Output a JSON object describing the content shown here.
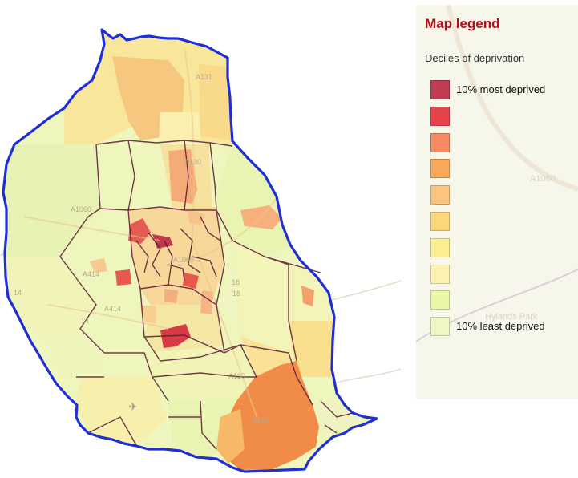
{
  "legend": {
    "title": "Map legend",
    "subtitle": "Deciles of deprivation",
    "items": [
      {
        "label": "10% most deprived",
        "color": "#c03c52"
      },
      {
        "label": "",
        "color": "#e8434a"
      },
      {
        "label": "",
        "color": "#f58a63"
      },
      {
        "label": "",
        "color": "#f9a85c"
      },
      {
        "label": "",
        "color": "#f9c580"
      },
      {
        "label": "",
        "color": "#fbd77a"
      },
      {
        "label": "",
        "color": "#fbef92"
      },
      {
        "label": "",
        "color": "#fbf2b0"
      },
      {
        "label": "",
        "color": "#eaf7a5"
      },
      {
        "label": "10% least deprived",
        "color": "#eef8c6"
      }
    ]
  },
  "map": {
    "boundary_color": "#1f2fd4",
    "ward_line_color": "#5a1a33",
    "road_labels": [
      "A131",
      "A130",
      "A1060",
      "A414",
      "A414",
      "A130",
      "A130",
      "A1060",
      "18",
      "18",
      "14",
      "14"
    ],
    "legend_bg_road_label": "A1060",
    "legend_bg_park_label": "Hylands Park"
  }
}
